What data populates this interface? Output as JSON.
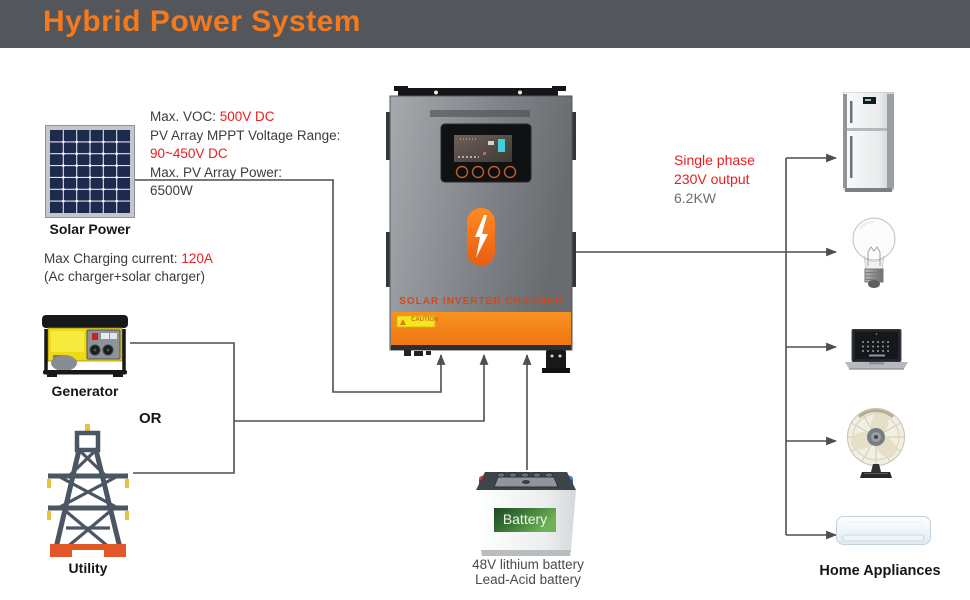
{
  "title": "Hybrid Power System",
  "solar": {
    "label": "Solar Power",
    "spec_voc_label": "Max. VOC: ",
    "spec_voc_value": "500V DC",
    "spec_mppt_label": "PV Array MPPT Voltage Range:",
    "spec_mppt_value": "90~450V DC",
    "spec_power_label": "Max. PV Array Power:",
    "spec_power_value": "6500W"
  },
  "charging": {
    "label": "Max Charging current: ",
    "value": "120A",
    "note": "(Ac charger+solar charger)"
  },
  "generator": {
    "label": "Generator"
  },
  "or_label": "OR",
  "utility": {
    "label": "Utility"
  },
  "inverter": {
    "brand": "SOLAR INVERTER CHARGER",
    "caution": "CAUTION"
  },
  "battery": {
    "label": "Battery",
    "line1": "48V lithium battery",
    "line2": "Lead-Acid battery"
  },
  "output": {
    "line1": "Single phase",
    "line2": "230V output",
    "line3": "6.2KW"
  },
  "appliances": {
    "label": "Home Appliances",
    "items": [
      "refrigerator",
      "light-bulb",
      "laptop",
      "desk-fan",
      "air-conditioner"
    ]
  },
  "colors": {
    "header_bg": "#53565b",
    "accent_orange": "#f5791d",
    "red": "#ed1c1c",
    "line": "#4b4f54"
  }
}
